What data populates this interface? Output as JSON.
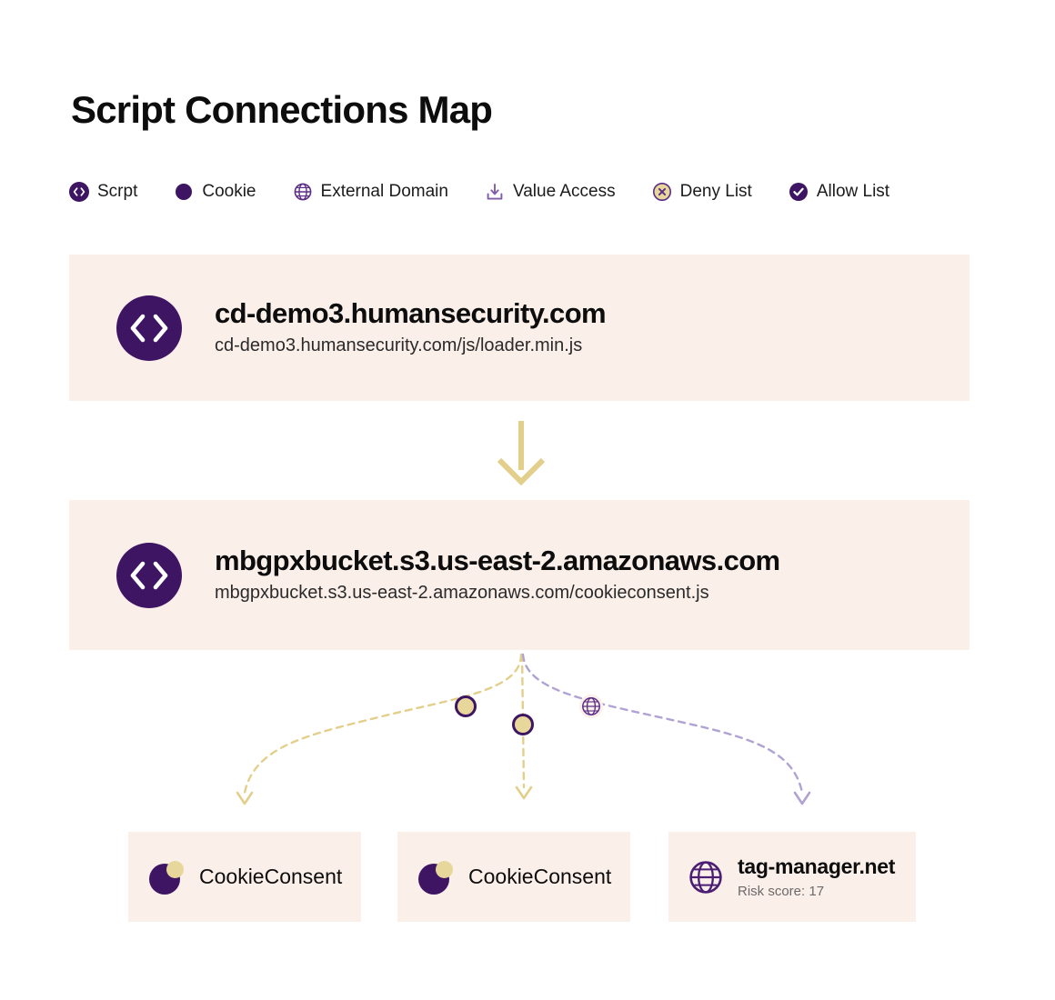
{
  "page": {
    "title": "Script Connections Map",
    "background": "#ffffff"
  },
  "colors": {
    "purple_deep": "#3D1563",
    "purple_mid": "#7F5BA8",
    "purple_light": "#B0A3D4",
    "tan": "#E3CF8C",
    "card_bg": "#FBEFEA",
    "text_dark": "#0d0d0d",
    "text_muted": "#6b6b6b"
  },
  "legend": {
    "items": [
      {
        "label": "Scrpt",
        "icon": "script-code-icon"
      },
      {
        "label": "Cookie",
        "icon": "cookie-dot-icon"
      },
      {
        "label": "External Domain",
        "icon": "globe-icon"
      },
      {
        "label": "Value Access",
        "icon": "download-tray-icon"
      },
      {
        "label": "Deny List",
        "icon": "deny-circle-x-icon"
      },
      {
        "label": "Allow List",
        "icon": "allow-circle-check-icon"
      }
    ]
  },
  "graph": {
    "script_nodes": [
      {
        "id": "cd-demo3",
        "icon": "script-code-icon",
        "title": "cd-demo3.humansecurity.com",
        "subtitle": "cd-demo3.humansecurity.com/js/loader.min.js"
      },
      {
        "id": "mbgpxbucket",
        "icon": "script-code-icon",
        "title": "mbgpxbucket.s3.us-east-2.amazonaws.com",
        "subtitle": "mbgpxbucket.s3.us-east-2.amazonaws.com/cookieconsent.js"
      }
    ],
    "leaf_nodes": [
      {
        "id": "cookieconsent-left",
        "icon": "cookie-icon",
        "title": "CookieConsent",
        "subtitle": ""
      },
      {
        "id": "cookieconsent-center",
        "icon": "cookie-icon",
        "title": "CookieConsent",
        "subtitle": ""
      },
      {
        "id": "tag-manager",
        "icon": "globe-icon",
        "title": "tag-manager.net",
        "subtitle": "Risk score: 17"
      }
    ],
    "edges": [
      {
        "id": "edge-main",
        "from": "cd-demo3",
        "to": "mbgpxbucket",
        "style": "solid",
        "color": "#E3CF8C",
        "marker": null
      },
      {
        "id": "edge-left",
        "from": "mbgpxbucket",
        "to": "cookieconsent-left",
        "style": "dashed",
        "color": "#E3CF8C",
        "marker": "cookie-marker"
      },
      {
        "id": "edge-center",
        "from": "mbgpxbucket",
        "to": "cookieconsent-center",
        "style": "dashed",
        "color": "#E3CF8C",
        "marker": "cookie-marker"
      },
      {
        "id": "edge-right",
        "from": "mbgpxbucket",
        "to": "tag-manager",
        "style": "dashed",
        "color": "#B0A3D4",
        "marker": "globe-marker"
      }
    ]
  }
}
